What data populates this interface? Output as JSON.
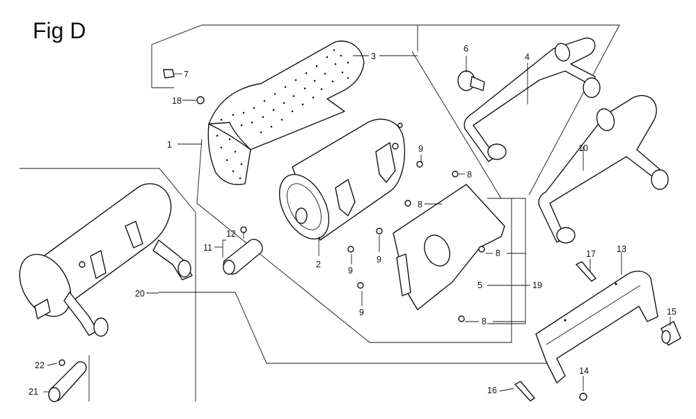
{
  "figure": {
    "title": "Fig D"
  },
  "callouts": {
    "c1": "1",
    "c2": "2",
    "c3": "3",
    "c4": "4",
    "c5": "5",
    "c6": "6",
    "c7": "7",
    "c8a": "8",
    "c8b": "8",
    "c8c": "8",
    "c8d": "8",
    "c9a": "9",
    "c9b": "9",
    "c9c": "9",
    "c9d": "9",
    "c10": "10",
    "c11": "11",
    "c12": "12",
    "c13": "13",
    "c14": "14",
    "c15": "15",
    "c16": "16",
    "c17": "17",
    "c18": "18",
    "c19": "19",
    "c20": "20",
    "c21": "21",
    "c22": "22"
  }
}
